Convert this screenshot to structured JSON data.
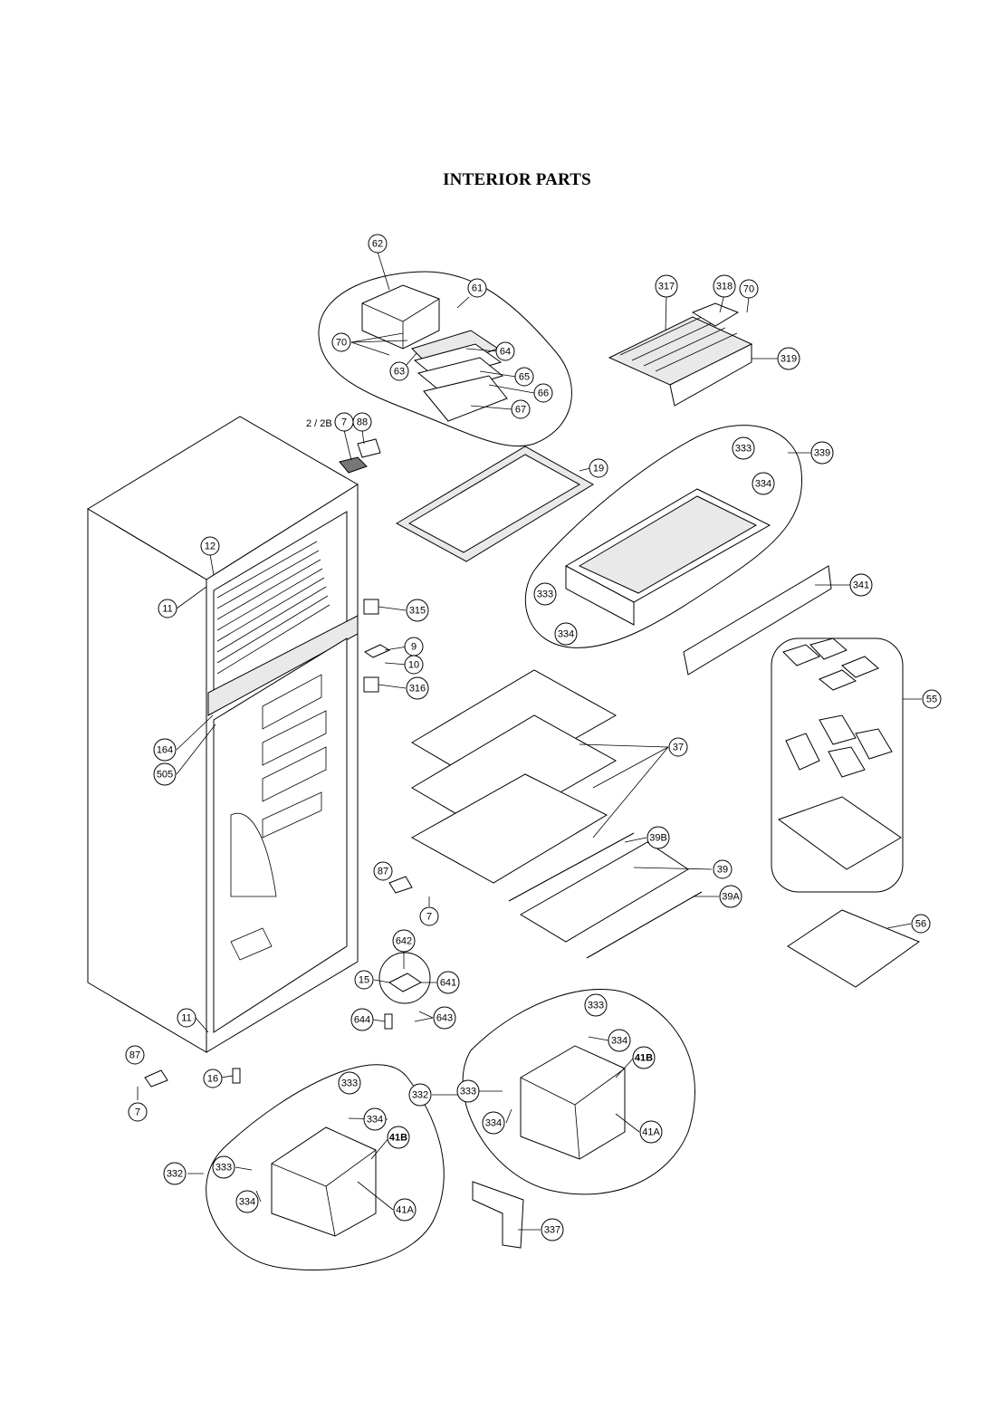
{
  "title": "INTERIOR PARTS",
  "callouts": [
    {
      "id": "c-62",
      "label": "62"
    },
    {
      "id": "c-61",
      "label": "61"
    },
    {
      "id": "c-70a",
      "label": "70"
    },
    {
      "id": "c-64",
      "label": "64"
    },
    {
      "id": "c-63",
      "label": "63"
    },
    {
      "id": "c-65",
      "label": "65"
    },
    {
      "id": "c-66",
      "label": "66"
    },
    {
      "id": "c-67",
      "label": "67"
    },
    {
      "id": "c-317",
      "label": "317"
    },
    {
      "id": "c-318",
      "label": "318"
    },
    {
      "id": "c-70b",
      "label": "70"
    },
    {
      "id": "c-319",
      "label": "319"
    },
    {
      "id": "c-7a",
      "label": "7"
    },
    {
      "id": "c-88",
      "label": "88"
    },
    {
      "id": "c-19",
      "label": "19"
    },
    {
      "id": "c-333a",
      "label": "333"
    },
    {
      "id": "c-339",
      "label": "339"
    },
    {
      "id": "c-334a",
      "label": "334"
    },
    {
      "id": "c-12",
      "label": "12"
    },
    {
      "id": "c-11a",
      "label": "11"
    },
    {
      "id": "c-315",
      "label": "315"
    },
    {
      "id": "c-333b",
      "label": "333"
    },
    {
      "id": "c-341",
      "label": "341"
    },
    {
      "id": "c-334b",
      "label": "334"
    },
    {
      "id": "c-9",
      "label": "9"
    },
    {
      "id": "c-10",
      "label": "10"
    },
    {
      "id": "c-316",
      "label": "316"
    },
    {
      "id": "c-55",
      "label": "55"
    },
    {
      "id": "c-164",
      "label": "164"
    },
    {
      "id": "c-505",
      "label": "505"
    },
    {
      "id": "c-37",
      "label": "37"
    },
    {
      "id": "c-39B",
      "label": "39B"
    },
    {
      "id": "c-87a",
      "label": "87"
    },
    {
      "id": "c-39",
      "label": "39"
    },
    {
      "id": "c-7b",
      "label": "7"
    },
    {
      "id": "c-39A",
      "label": "39A"
    },
    {
      "id": "c-56",
      "label": "56"
    },
    {
      "id": "c-642",
      "label": "642"
    },
    {
      "id": "c-15",
      "label": "15"
    },
    {
      "id": "c-641",
      "label": "641"
    },
    {
      "id": "c-333c",
      "label": "333"
    },
    {
      "id": "c-11b",
      "label": "11"
    },
    {
      "id": "c-644",
      "label": "644"
    },
    {
      "id": "c-643",
      "label": "643"
    },
    {
      "id": "c-334c",
      "label": "334"
    },
    {
      "id": "c-87b",
      "label": "87"
    },
    {
      "id": "c-41Ba",
      "label": "41B"
    },
    {
      "id": "c-16",
      "label": "16"
    },
    {
      "id": "c-333d",
      "label": "333"
    },
    {
      "id": "c-332a",
      "label": "332"
    },
    {
      "id": "c-333e",
      "label": "333"
    },
    {
      "id": "c-7c",
      "label": "7"
    },
    {
      "id": "c-334d",
      "label": "334"
    },
    {
      "id": "c-41Aa",
      "label": "41A"
    },
    {
      "id": "c-334e",
      "label": "334"
    },
    {
      "id": "c-41Bb",
      "label": "41B"
    },
    {
      "id": "c-332b",
      "label": "332"
    },
    {
      "id": "c-333f",
      "label": "333"
    },
    {
      "id": "c-334f",
      "label": "334"
    },
    {
      "id": "c-41Ab",
      "label": "41A"
    },
    {
      "id": "c-337",
      "label": "337"
    }
  ],
  "texts": {
    "hinge_label": "2 / 2B"
  }
}
